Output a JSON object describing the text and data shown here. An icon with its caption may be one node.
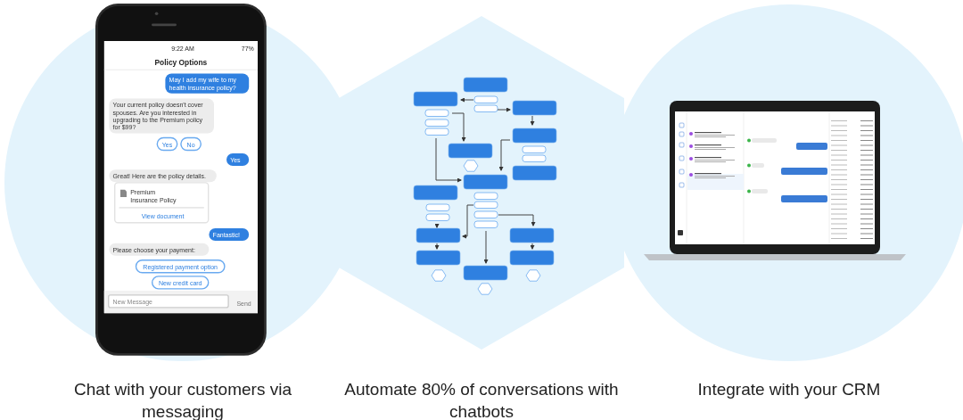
{
  "diagram": {
    "labels": [
      "9:22 AM",
      "77%",
      "Policy Options",
      "May I add my wife to my health insurance policy?",
      "Your current policy doesn't cover spouses. Are you interested in upgrading to the Premium policy for $99?",
      "Yes",
      "No",
      "Yes",
      "Great! Here are the policy details.",
      "Premium Insurance Policy",
      "View document",
      "Fantastic!",
      "Please choose your payment:",
      "Registered payment option",
      "New credit card",
      "New Message",
      "Send",
      "Chat with your customers via messaging",
      "Automate 80% of conversations with chatbots",
      "Integrate with your CRM"
    ]
  }
}
